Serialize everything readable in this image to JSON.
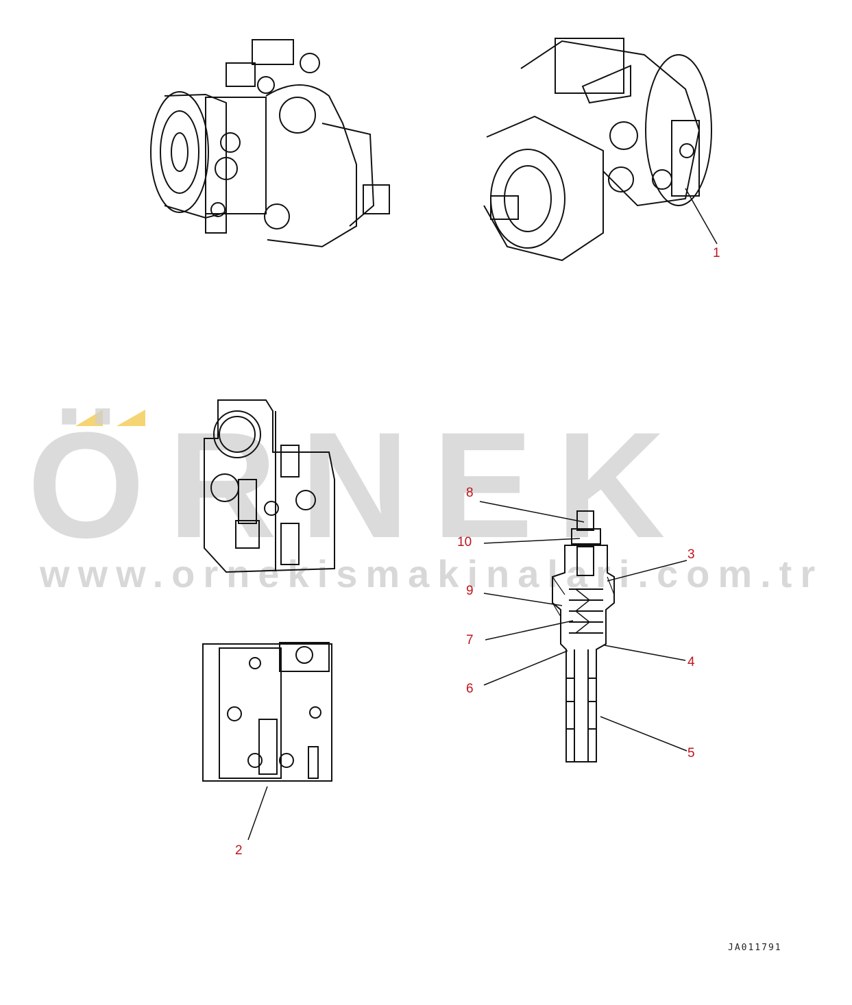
{
  "callouts": [
    {
      "id": "c1",
      "label": "1"
    },
    {
      "id": "c2",
      "label": "2"
    },
    {
      "id": "c3",
      "label": "3"
    },
    {
      "id": "c4",
      "label": "4"
    },
    {
      "id": "c5",
      "label": "5"
    },
    {
      "id": "c6",
      "label": "6"
    },
    {
      "id": "c7",
      "label": "7"
    },
    {
      "id": "c8",
      "label": "8"
    },
    {
      "id": "c9",
      "label": "9"
    },
    {
      "id": "c10",
      "label": "10"
    }
  ],
  "drawing_code": "JA011791",
  "watermark": {
    "word": "ÖRNEK",
    "url": "www.ornekismakinalari.com.tr"
  },
  "colors": {
    "callout": "#c0141c",
    "line": "#111111",
    "watermark": "#cfcfcf",
    "watermark_accent": "#f3cc5a"
  }
}
